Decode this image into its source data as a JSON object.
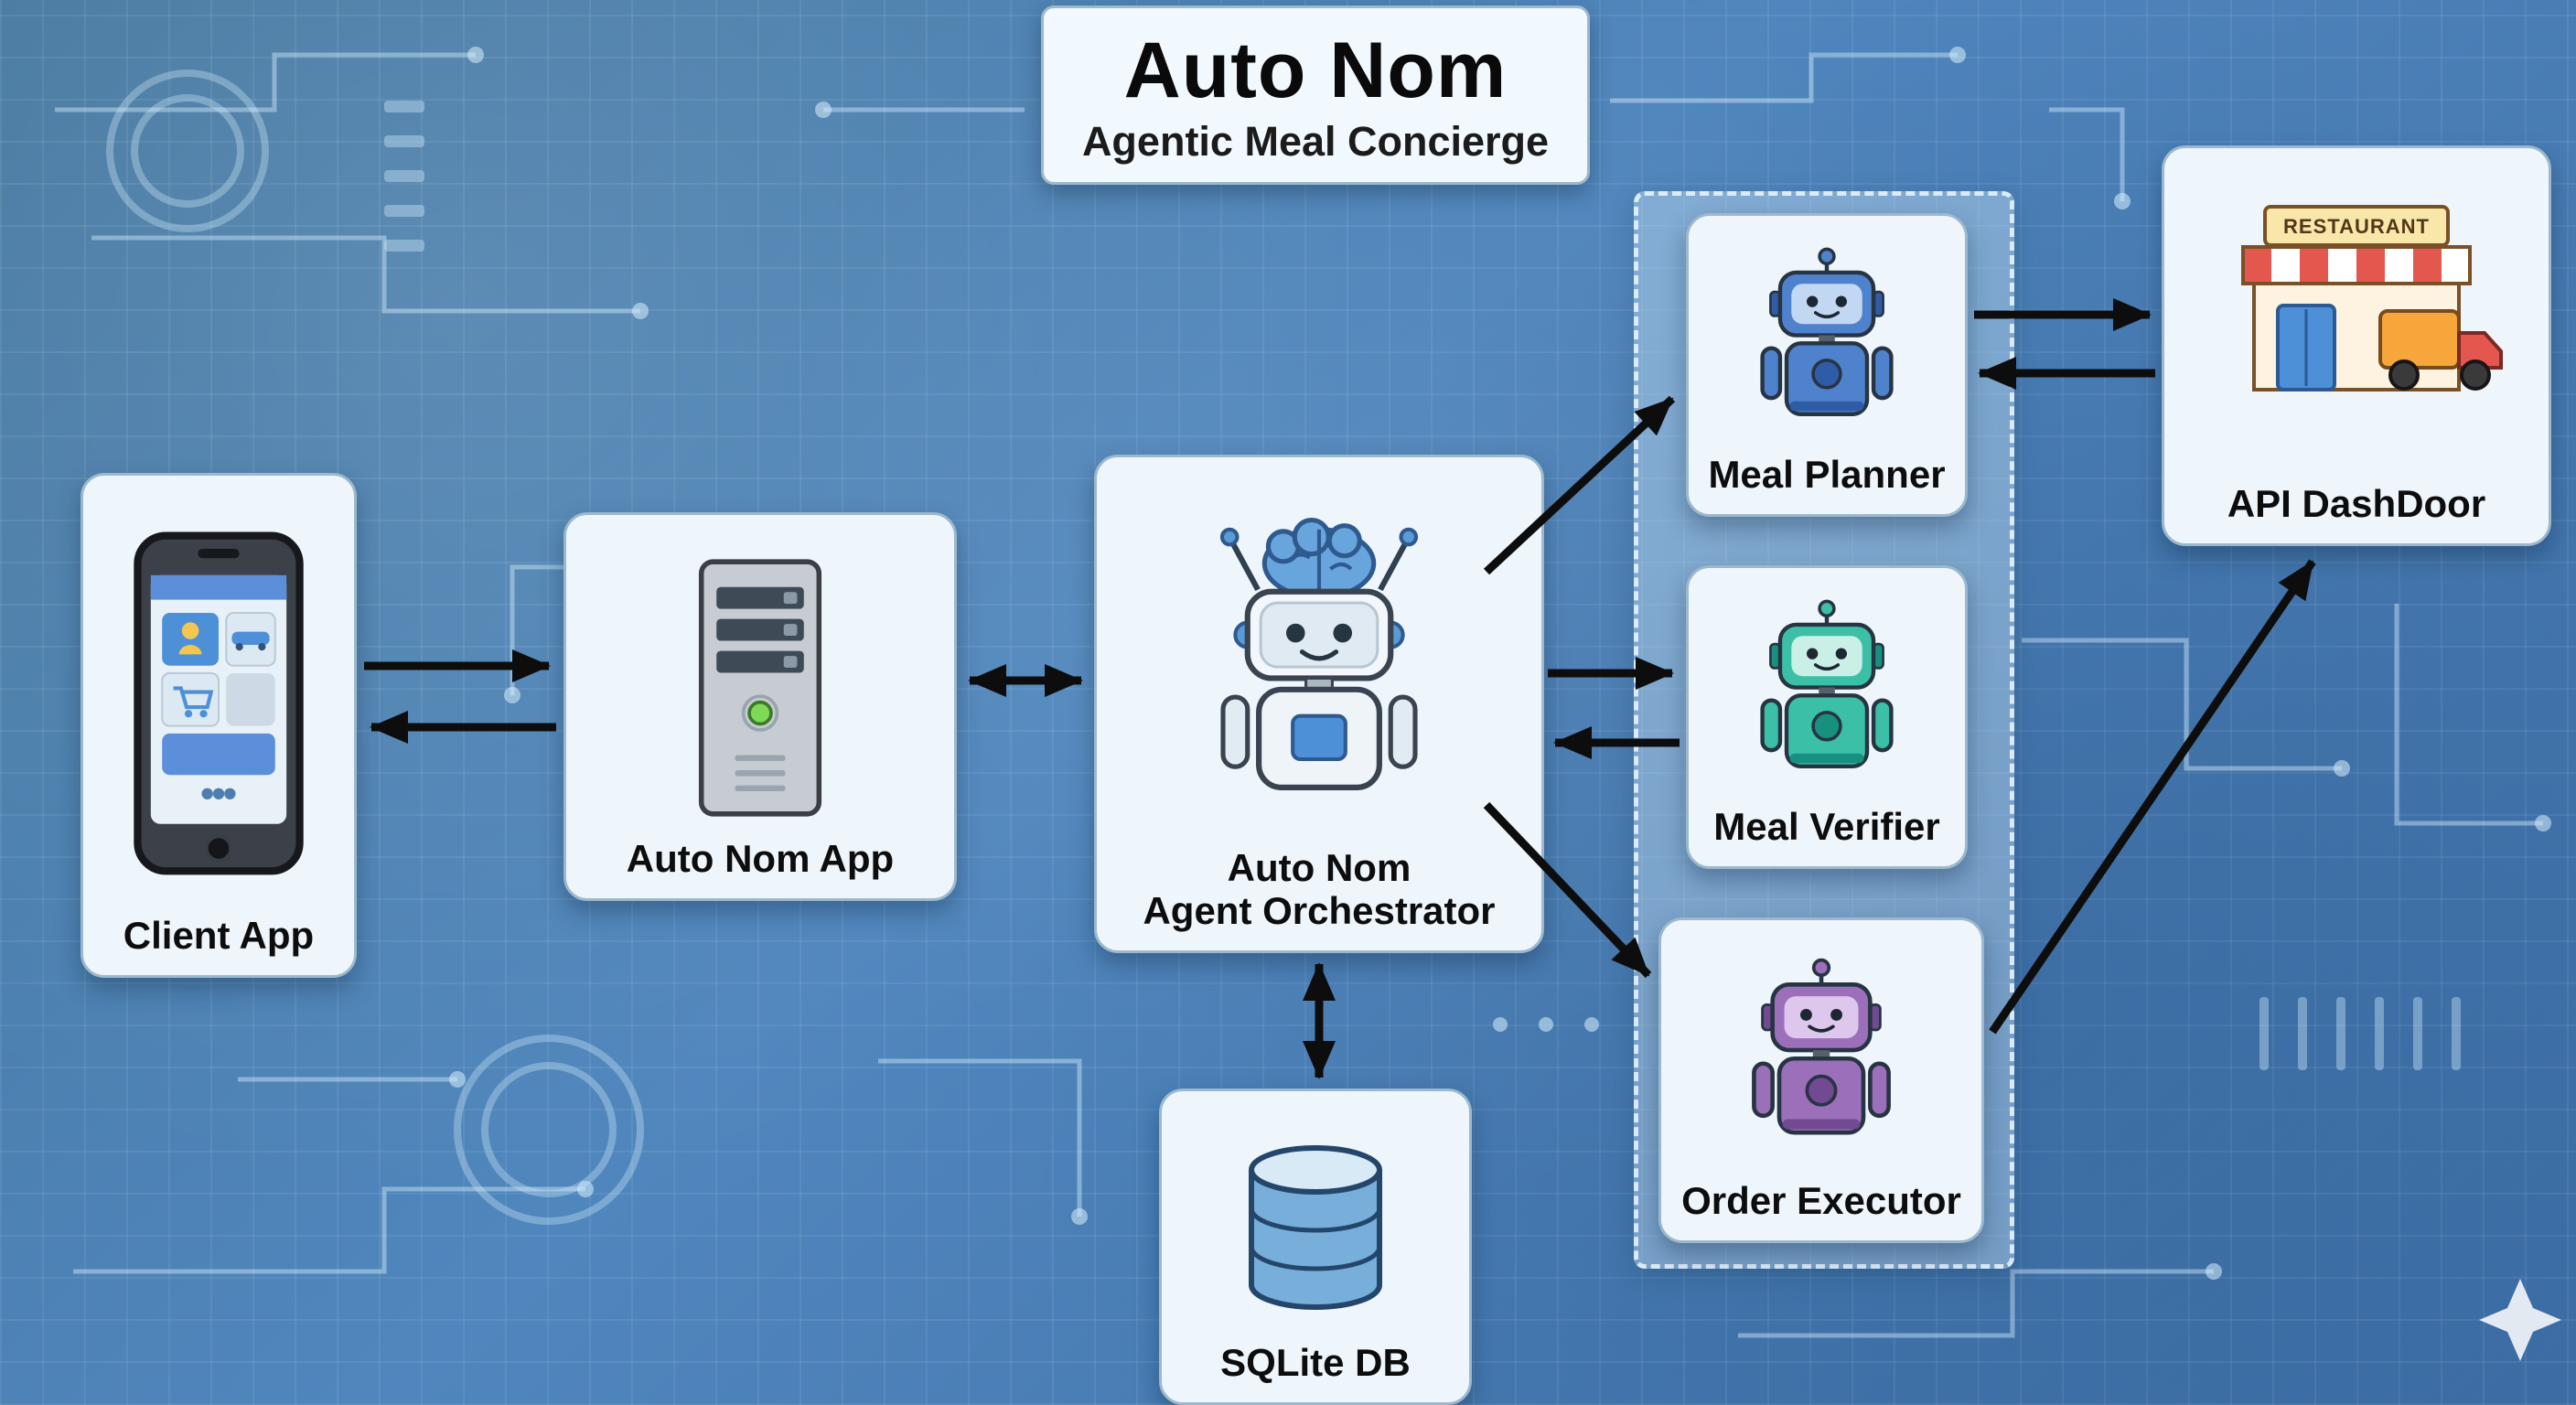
{
  "diagram": {
    "title": "Auto Nom",
    "subtitle": "Agentic Meal Concierge",
    "nodes": {
      "client_app": {
        "label": "Client App"
      },
      "auto_nom_app": {
        "label": "Auto Nom App"
      },
      "orchestrator": {
        "label_line1": "Auto Nom",
        "label_line2": "Agent Orchestrator"
      },
      "meal_planner": {
        "label": "Meal Planner"
      },
      "meal_verifier": {
        "label": "Meal Verifier"
      },
      "order_executor": {
        "label": "Order Executor"
      },
      "api_dashdoor": {
        "label": "API DashDoor",
        "sign_text": "RESTAURANT"
      },
      "sqlite_db": {
        "label": "SQLite DB"
      }
    },
    "edges": [
      {
        "from": "client_app",
        "to": "auto_nom_app",
        "direction": "bidirectional",
        "style": "two-parallel-arrows"
      },
      {
        "from": "auto_nom_app",
        "to": "orchestrator",
        "direction": "bidirectional",
        "style": "double-headed"
      },
      {
        "from": "orchestrator",
        "to": "meal_planner",
        "direction": "one-way"
      },
      {
        "from": "orchestrator",
        "to": "meal_verifier",
        "direction": "bidirectional",
        "style": "two-parallel-arrows"
      },
      {
        "from": "orchestrator",
        "to": "order_executor",
        "direction": "one-way"
      },
      {
        "from": "orchestrator",
        "to": "sqlite_db",
        "direction": "bidirectional",
        "style": "double-headed"
      },
      {
        "from": "meal_planner",
        "to": "api_dashdoor",
        "direction": "bidirectional",
        "style": "two-parallel-arrows"
      },
      {
        "from": "order_executor",
        "to": "api_dashdoor",
        "direction": "one-way"
      }
    ],
    "colors": {
      "background": "#4a80b6",
      "node_fill": "#eef6fc",
      "node_border": "#9db8cc",
      "arrow": "#0d0d0d",
      "meal_planner_accent": "#4f82cd",
      "meal_verifier_accent": "#3cbfa7",
      "order_executor_accent": "#9b6fb9"
    }
  }
}
